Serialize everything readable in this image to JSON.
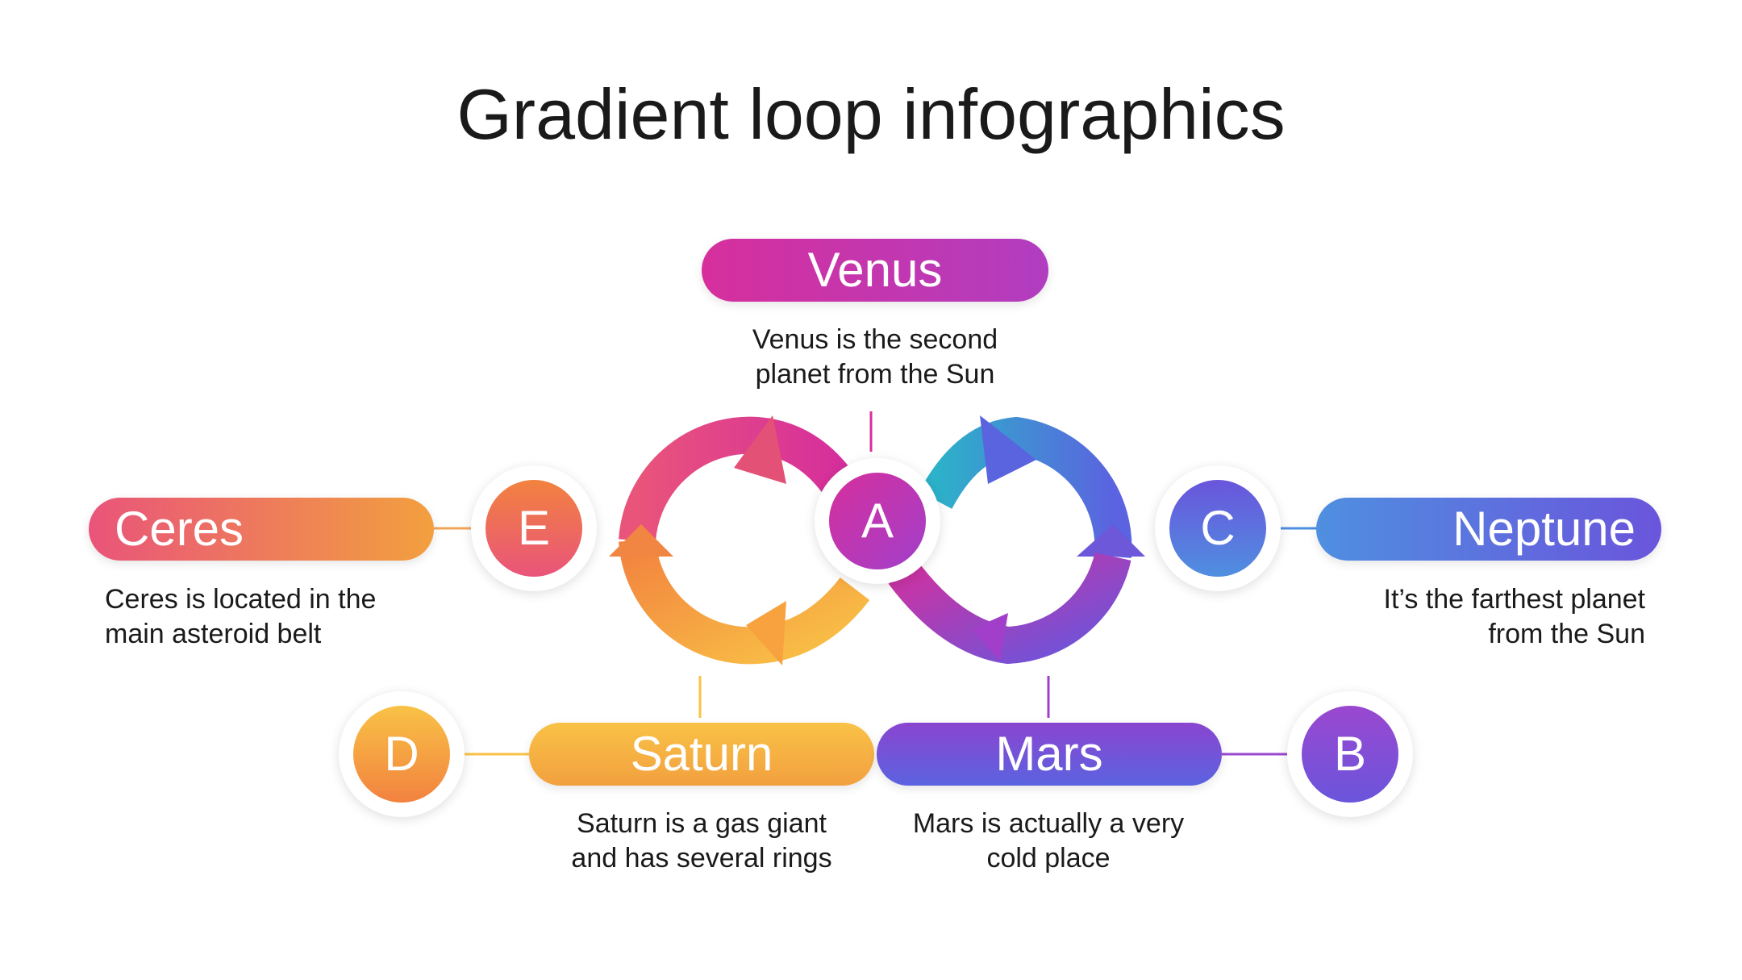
{
  "title": "Gradient loop infographics",
  "items": {
    "venus": {
      "letter": "A",
      "name": "Venus",
      "desc_line1": "Venus is the second",
      "desc_line2": "planet from the Sun"
    },
    "mars": {
      "letter": "B",
      "name": "Mars",
      "desc_line1": "Mars is actually a very",
      "desc_line2": "cold place"
    },
    "neptune": {
      "letter": "C",
      "name": "Neptune",
      "desc_line1": "It’s the farthest planet",
      "desc_line2": "from the Sun"
    },
    "saturn": {
      "letter": "D",
      "name": "Saturn",
      "desc_line1": "Saturn is a gas giant",
      "desc_line2": "and has several rings"
    },
    "ceres": {
      "letter": "E",
      "name": "Ceres",
      "desc_line1": "Ceres is located in the",
      "desc_line2": "main asteroid belt"
    }
  },
  "colors": {
    "magenta": "#d62f9c",
    "purple": "#7a47d6",
    "blue": "#4f7fe0",
    "orange": "#f2823f",
    "pink": "#e9547a",
    "yellow": "#f9c246",
    "teal": "#2cb2c9"
  }
}
